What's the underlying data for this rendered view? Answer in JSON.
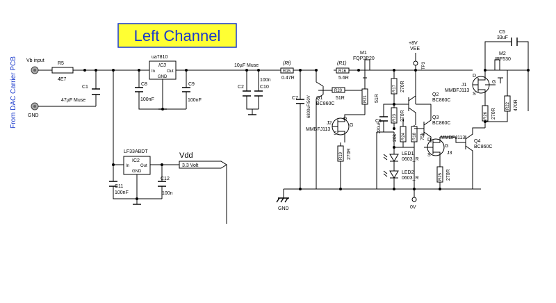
{
  "title": "Left Channel",
  "side_label": "From DAC Carrier PCB",
  "inputs": {
    "vb": "Vb input",
    "gnd": "GND"
  },
  "parts": {
    "R5": {
      "ref": "R5",
      "value": "4E7"
    },
    "C1": {
      "ref": "C1",
      "value": "47µF Muse"
    },
    "IC3": {
      "ref": "IC3",
      "type": "ua7810",
      "in": "In",
      "out": "Out",
      "gnd": "GND"
    },
    "C8": {
      "ref": "C8",
      "value": "100nF"
    },
    "C9": {
      "ref": "C9",
      "value": "100nF"
    },
    "IC2": {
      "ref": "IC2",
      "type": "LF33ABDT",
      "in": "In",
      "out": "Out",
      "gnd": "GND"
    },
    "C11": {
      "ref": "C11",
      "value": "100nF"
    },
    "C12": {
      "ref": "C12",
      "value": "100n"
    },
    "C2": {
      "ref": "C2",
      "value": "10µF Muse"
    },
    "C10": {
      "ref": "C10",
      "value": "100n"
    },
    "R15": {
      "ref": "R15",
      "value": "0.47R",
      "tag": "(Rf)"
    },
    "C7": {
      "ref": "C7",
      "value": "6800uF/50V"
    },
    "R16": {
      "ref": "R16",
      "value": "5.6R",
      "tag": "(R1)"
    },
    "R20": {
      "ref": "R20",
      "value": "51R"
    },
    "R21": {
      "ref": "R21",
      "value": "51R"
    },
    "Q1": {
      "ref": "Q1",
      "type": "BC860C"
    },
    "M1": {
      "ref": "M1",
      "type": "FQP3P20"
    },
    "J2": {
      "ref": "J2",
      "type": "MMBFJ113"
    },
    "R19": {
      "ref": "R19",
      "value": "270R"
    },
    "C6": {
      "ref": "C6",
      "value": "220uF"
    },
    "R17": {
      "ref": "R17",
      "value": "270R"
    },
    "R23": {
      "ref": "R23",
      "value": "270R"
    },
    "R24": {
      "ref": "R24",
      "value": "20k"
    },
    "R18": {
      "ref": "R18",
      "value": "75k"
    },
    "R25": {
      "ref": "R25",
      "value": "270R"
    },
    "Q2": {
      "ref": "Q2",
      "type": "BC860C"
    },
    "Q3": {
      "ref": "Q3",
      "type": "BC860C"
    },
    "J3": {
      "ref": "J3",
      "type": "MMBFJ113"
    },
    "LED1": {
      "ref": "LED1",
      "type": "0603_R"
    },
    "LED2": {
      "ref": "LED2",
      "type": "0603_R"
    },
    "C5": {
      "ref": "C5",
      "value": "33uF"
    },
    "M2": {
      "ref": "M2",
      "type": "IRF530"
    },
    "J1": {
      "ref": "J1",
      "type": "MMBFJ113"
    },
    "R22": {
      "ref": "R22",
      "value": "470R"
    },
    "R26": {
      "ref": "R26",
      "value": "270R"
    },
    "Q4": {
      "ref": "Q4",
      "type": "BC860C"
    }
  },
  "rails": {
    "vee_volt": "+8V",
    "vee_name": "VEE",
    "tp": "TP3",
    "zero": "0V",
    "gnd": "GND",
    "vdd": "Vdd",
    "vdd_value": "3.3 Volt"
  },
  "pins": {
    "d": "D",
    "s": "S",
    "g": "G"
  }
}
